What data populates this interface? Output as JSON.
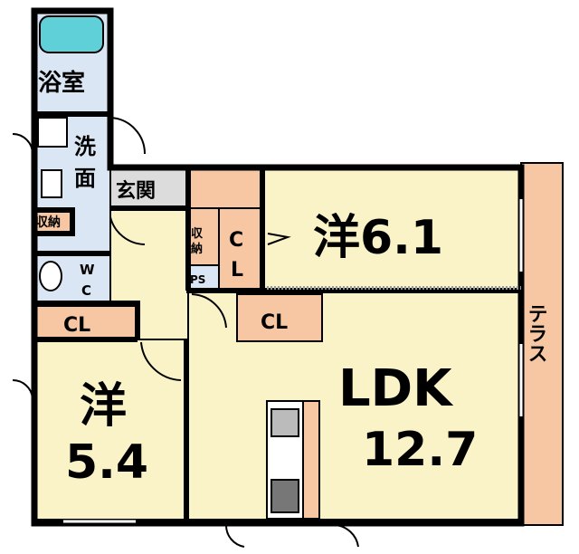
{
  "colors": {
    "room": "#fbf3c8",
    "wet": "#dbe6f5",
    "closet": "#f7c7a3",
    "entrance": "#dcdcdc",
    "terrace": "#f7c7a3",
    "bath": "#5fd0d8"
  },
  "rooms": {
    "bathroom": "浴室",
    "washroom": "洗面",
    "storage_small": "収納",
    "toilet": "WC",
    "entrance": "玄関",
    "storage_hall": "収納",
    "pipe_space": "PS",
    "closet_bedroom_large": "CL",
    "closet_ldk": "CL",
    "closet_bedroom_small": "CL",
    "bedroom_large_type": "洋",
    "bedroom_large_size": "6.1",
    "bedroom_small_type": "洋",
    "bedroom_small_size": "5.4",
    "ldk_type": "LDK",
    "ldk_size": "12.7",
    "terrace": "テラス"
  }
}
